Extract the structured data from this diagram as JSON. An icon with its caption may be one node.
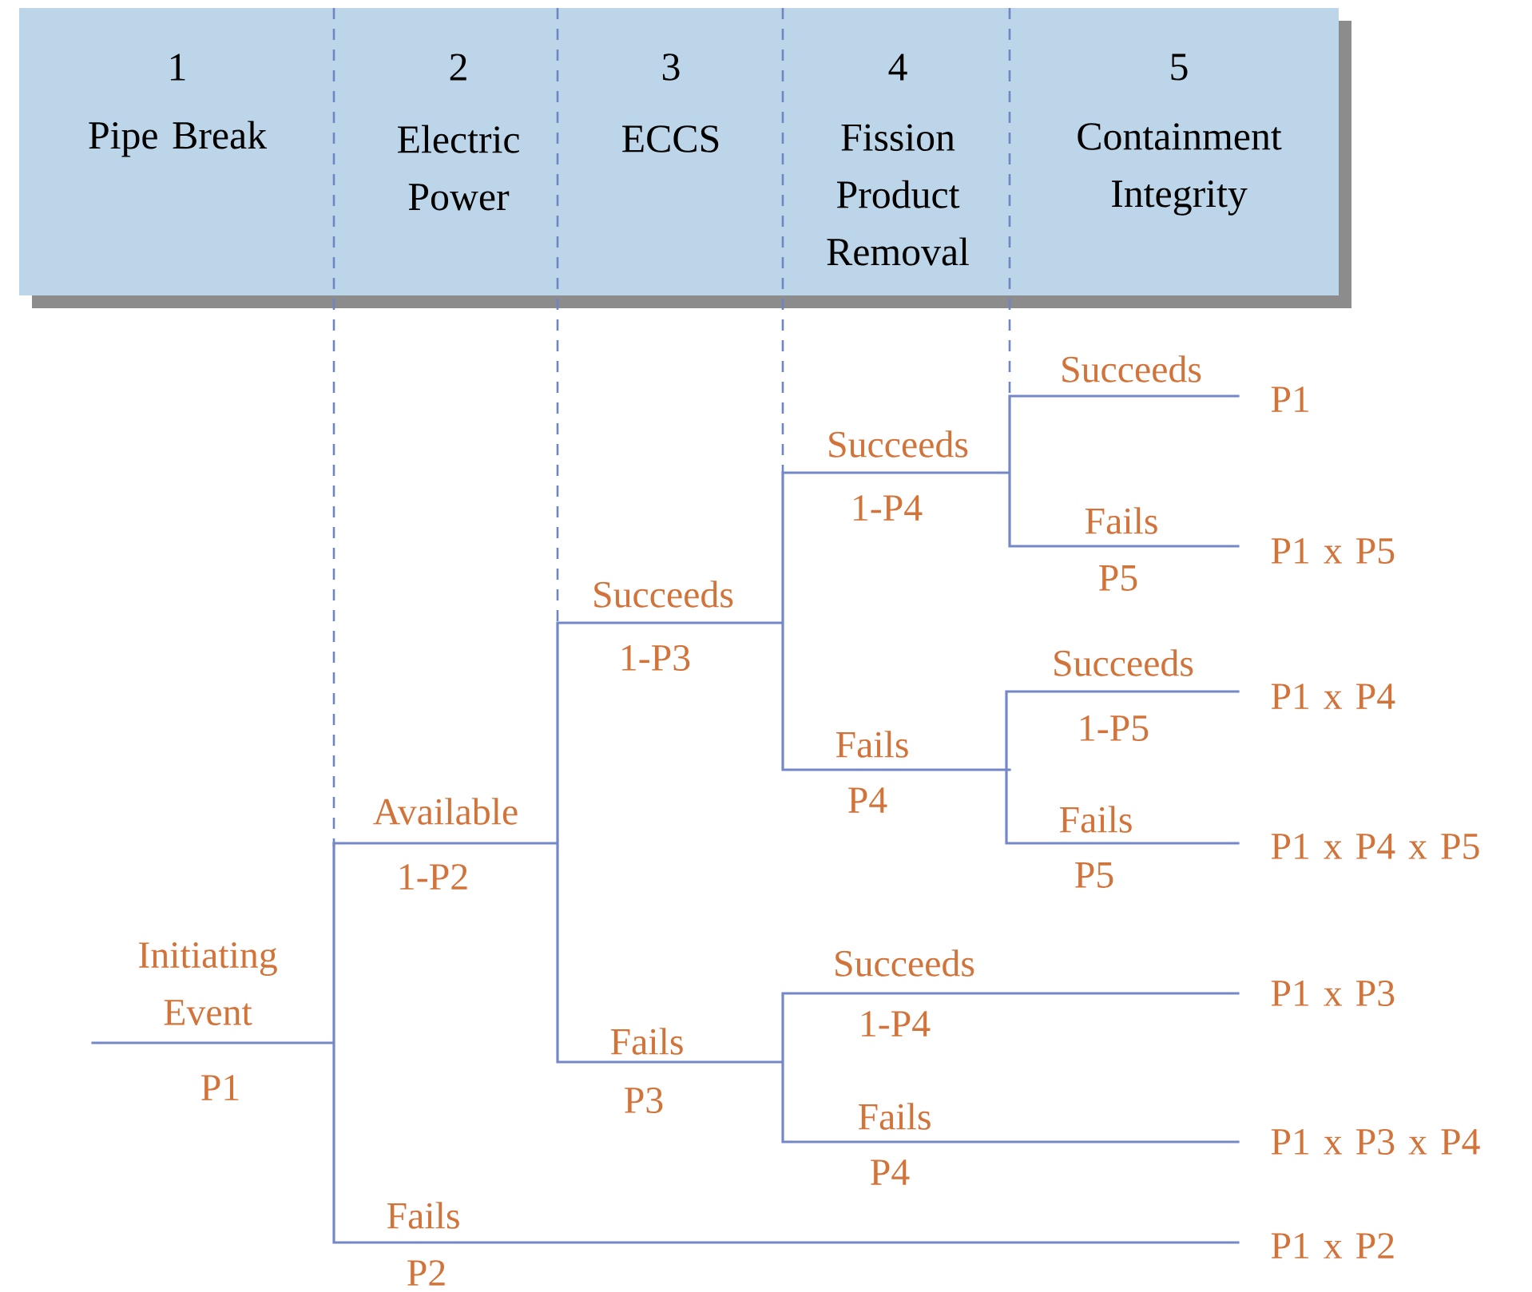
{
  "diagram": {
    "nodes": [
      {
        "text": [
          "1",
          "Pipe Break"
        ]
      },
      {
        "text": [
          "2",
          "Electric Power"
        ]
      },
      {
        "text": [
          "3",
          "ECCS"
        ]
      },
      {
        "text": [
          "4",
          "Fission Product Removal"
        ]
      },
      {
        "text": [
          "5",
          "Containment Integrity"
        ]
      }
    ],
    "labels": [
      "Succeeds",
      "P1",
      "Succeeds",
      "1-P4",
      "Fails",
      "P1 x P5",
      "P5",
      "Succeeds",
      "Succeeds",
      "P1 x P4",
      "1-P3",
      "1-P5",
      "Fails",
      "P4",
      "Fails",
      "Available",
      "P1 x P4 x P5",
      "1-P2",
      "P5",
      "Initiating Event",
      "Succeeds",
      "P1 x P3",
      "1-P4",
      "P1",
      "Fails",
      "P3",
      "Fails",
      "P1 x P3 x P4",
      "P4",
      "Fails",
      "P1 x P2",
      "P2"
    ]
  }
}
